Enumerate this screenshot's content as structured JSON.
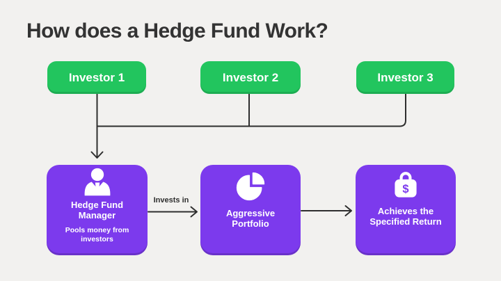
{
  "page": {
    "title": "How does a Hedge Fund Work?",
    "background_color": "#f2f1ef",
    "investor_color": "#22c55e",
    "card_color": "#7c3aed",
    "line_color": "#2e2e2e",
    "title_color": "#333333"
  },
  "investors": [
    {
      "label": "Investor 1"
    },
    {
      "label": "Investor 2"
    },
    {
      "label": "Investor 3"
    }
  ],
  "flow": {
    "invests_label": "Invests in",
    "manager": {
      "title": "Hedge Fund Manager",
      "subtitle": "Pools money from investors",
      "icon": "manager-person-icon"
    },
    "portfolio": {
      "title": "Aggressive Portfolio",
      "icon": "pie-chart-icon"
    },
    "return": {
      "title": "Achieves the Specified Return",
      "icon": "briefcase-dollar-icon"
    }
  },
  "icons": {
    "dollar_glyph": "$"
  }
}
